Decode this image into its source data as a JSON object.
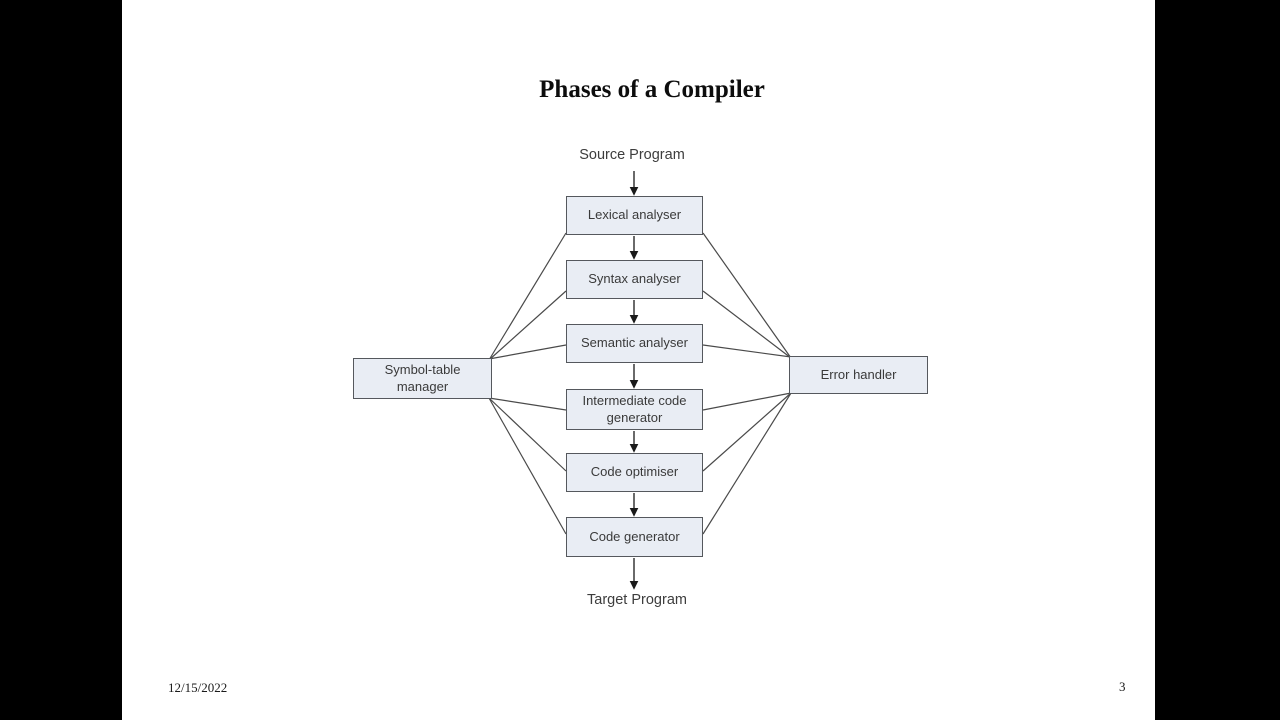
{
  "slide": {
    "title": "Phases of a Compiler",
    "footer_date": "12/15/2022",
    "page_number": "3"
  },
  "diagram": {
    "source_label": "Source Program",
    "target_label": "Target Program",
    "phases": [
      {
        "label": "Lexical analyser"
      },
      {
        "label": "Syntax analyser"
      },
      {
        "label": "Semantic analyser"
      },
      {
        "label": "Intermediate code generator"
      },
      {
        "label": "Code optimiser"
      },
      {
        "label": "Code generator"
      }
    ],
    "side_boxes": [
      {
        "label": "Symbol-table manager"
      },
      {
        "label": "Error handler"
      }
    ],
    "flow_order": "Source Program -> Lexical analyser -> Syntax analyser -> Semantic analyser -> Intermediate code generator -> Code optimiser -> Code generator -> Target Program",
    "side_connections": "Symbol-table manager and Error handler connect to all six phase boxes",
    "colors": {
      "box_fill": "#e9edf4",
      "box_border": "#55585d",
      "box_text": "#3a3a3a",
      "connector_line": "#4a4a4a",
      "arrowhead": "#1a1a1a",
      "slide_background": "#ffffff",
      "letterbox": "#000000"
    }
  }
}
